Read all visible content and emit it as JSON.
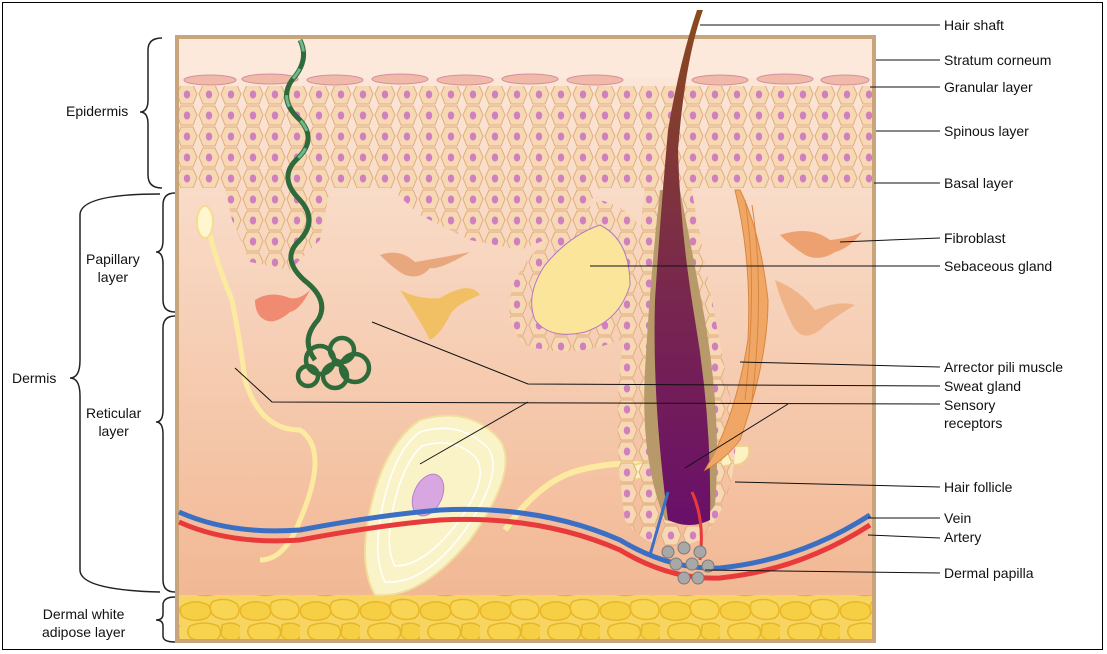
{
  "left_labels": {
    "epidermis": "Epidermis",
    "papillary": [
      "Papillary",
      "layer"
    ],
    "dermis": "Dermis",
    "reticular": [
      "Reticular",
      "layer"
    ],
    "adipose": [
      "Dermal white",
      "adipose layer"
    ]
  },
  "right_labels": {
    "hair_shaft": "Hair shaft",
    "stratum_corneum": "Stratum corneum",
    "granular": "Granular layer",
    "spinous": "Spinous layer",
    "basal": "Basal layer",
    "fibroblast": "Fibroblast",
    "sebaceous": "Sebaceous gland",
    "arrector": "Arrector pili muscle",
    "sweat": "Sweat gland",
    "sensory": [
      "Sensory",
      "receptors"
    ],
    "follicle": "Hair follicle",
    "vein": "Vein",
    "artery": "Artery",
    "papilla": "Dermal papilla"
  },
  "colors": {
    "epidermis_cell": "#f6d6b0",
    "nucleus": "#d07fbf",
    "dermis_top": "#fbe6d8",
    "dermis_bottom": "#f2b896",
    "adipose": "#f5d04a",
    "sweat_gland": "#2f6b3a",
    "hair": "#6a1a5a",
    "vein": "#3b6fc4",
    "artery": "#e83a3a",
    "fibroblast": "#e9a77e",
    "muscle": "#f0a766"
  }
}
